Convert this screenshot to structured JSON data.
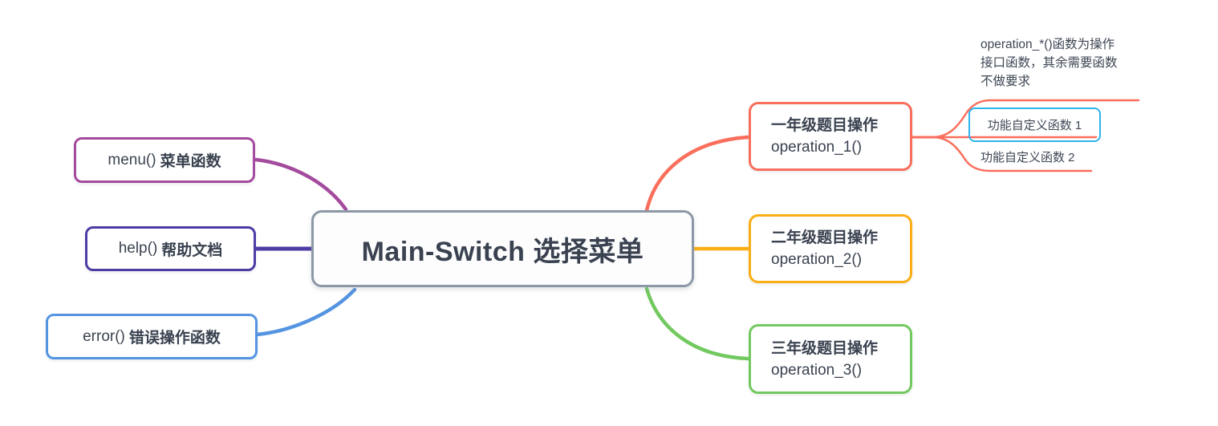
{
  "center": {
    "label": "Main-Switch 选择菜单",
    "border": "#8D98A7"
  },
  "left_nodes": [
    {
      "code": "menu()",
      "label": "菜单函数",
      "border": "#A44B9E"
    },
    {
      "code": "help()",
      "label": "帮助文档",
      "border": "#4E3CA5"
    },
    {
      "code": "error()",
      "label": "错误操作函数",
      "border": "#5494E0"
    }
  ],
  "right_nodes": [
    {
      "title": "一年级题目操作",
      "code": "operation_1()",
      "border": "#FA6E5C"
    },
    {
      "title": "二年级题目操作",
      "code": "operation_2()",
      "border": "#FBAD14"
    },
    {
      "title": "三年级题目操作",
      "code": "operation_3()",
      "border": "#72C95F"
    }
  ],
  "sub_topics": {
    "note": "operation_*()函数为操作\n接口函数，其余需要函数\n不做要求",
    "func1": {
      "label": "功能自定义函数 1",
      "selected": true
    },
    "func2": {
      "label": "功能自定义函数 2"
    }
  },
  "colors": {
    "center_border": "#8D98A7",
    "branch_menu": "#A44B9E",
    "branch_help": "#4E3CA5",
    "branch_error": "#5494E0",
    "branch_op1": "#FA6E5C",
    "branch_op2": "#FBAD14",
    "branch_op3": "#72C95F",
    "selection": "#2FB3EC",
    "text": "#3A4250"
  }
}
